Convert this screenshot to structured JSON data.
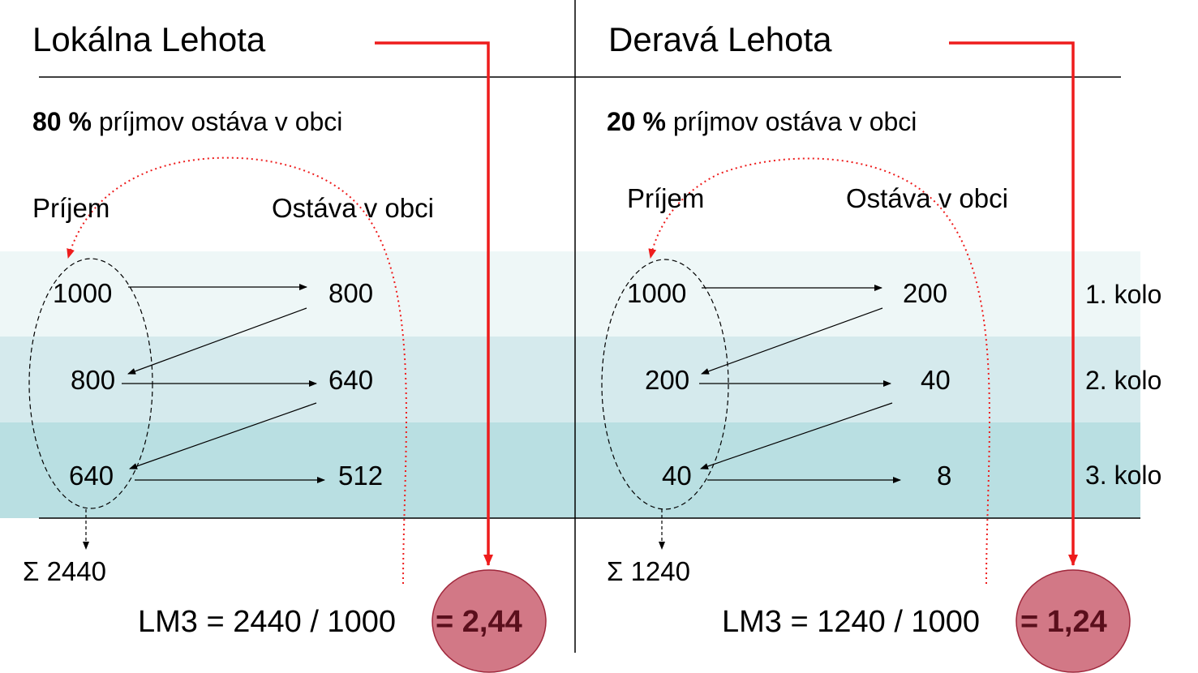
{
  "left": {
    "title": "Lokálna Lehota",
    "subtitle_pct": "80 %",
    "subtitle_rest": " príjmov ostáva v obci",
    "col_income": "Príjem",
    "col_stays": "Ostáva v obci",
    "incomes": [
      "1000",
      "800",
      "640"
    ],
    "stays": [
      "800",
      "640",
      "512"
    ],
    "sum": "Σ 2440",
    "formula": "LM3 = 2440 / 1000",
    "result": "= 2,44"
  },
  "right": {
    "title": "Deravá Lehota",
    "subtitle_pct": "20 %",
    "subtitle_rest": " príjmov ostáva v obci",
    "col_income": "Príjem",
    "col_stays": "Ostáva v obci",
    "incomes": [
      "1000",
      "200",
      "40"
    ],
    "stays": [
      "200",
      "40",
      "8"
    ],
    "sum": "Σ 1240",
    "formula": "LM3 = 1240 / 1000",
    "result": "= 1,24"
  },
  "rounds": [
    "1. kolo",
    "2. kolo",
    "3. kolo"
  ],
  "colors": {
    "red_arrow": "#ee1c1c",
    "result_circle": "#d27886",
    "result_text": "#5a0f1c",
    "band_1": "#eef7f7",
    "band_2": "#d5eaed",
    "band_3": "#b9dfe2"
  }
}
